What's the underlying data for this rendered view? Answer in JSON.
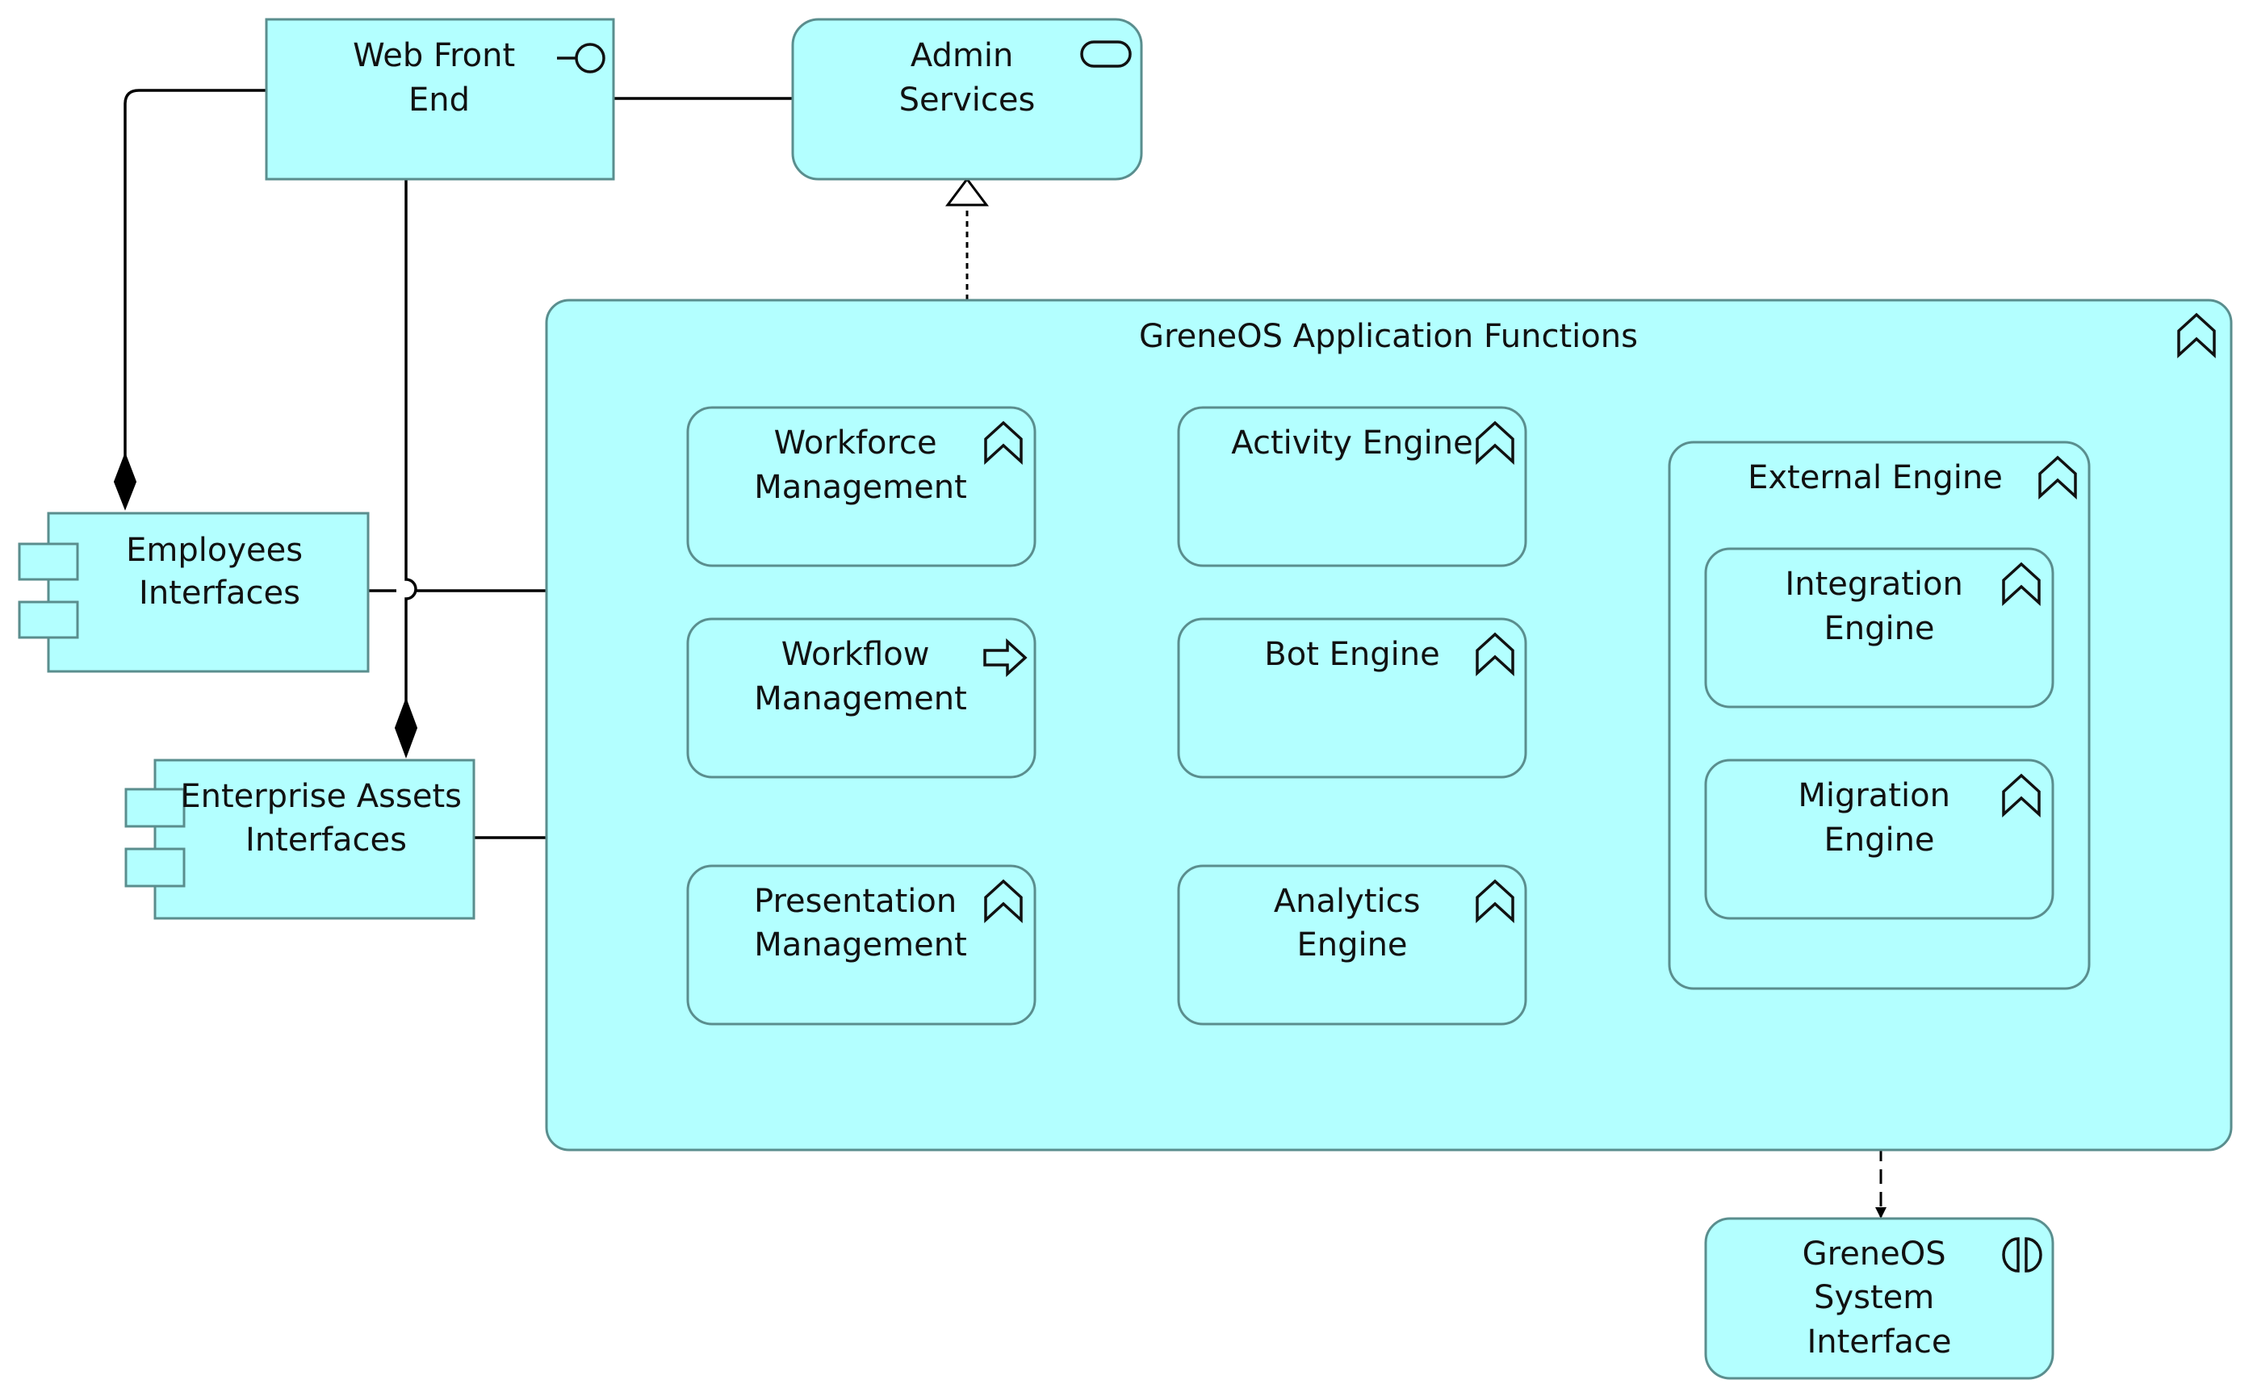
{
  "elements": {
    "web_front_end": [
      "Web Front",
      "End"
    ],
    "admin_services": [
      "Admin",
      "Services"
    ],
    "employees_interfaces": [
      "Employees",
      "Interfaces"
    ],
    "enterprise_assets_interfaces": [
      "Enterprise Assets",
      "Interfaces"
    ],
    "application_functions": [
      "GreneOS Application Functions"
    ],
    "workforce_management": [
      "Workforce",
      "Management"
    ],
    "workflow_management": [
      "Workflow",
      "Management"
    ],
    "presentation_management": [
      "Presentation",
      "Management"
    ],
    "activity_engine": [
      "Activity Engine"
    ],
    "bot_engine": [
      "Bot Engine"
    ],
    "analytics_engine": [
      "Analytics",
      "Engine"
    ],
    "external_engine": [
      "External Engine"
    ],
    "integration_engine": [
      "Integration",
      "Engine"
    ],
    "migration_engine": [
      "Migration",
      "Engine"
    ],
    "system_interface": [
      "GreneOS",
      "System",
      "Interface"
    ]
  },
  "colors": {
    "element_fill": "#b3ffff",
    "element_stroke": "#5a8e8e",
    "line": "#000000"
  }
}
